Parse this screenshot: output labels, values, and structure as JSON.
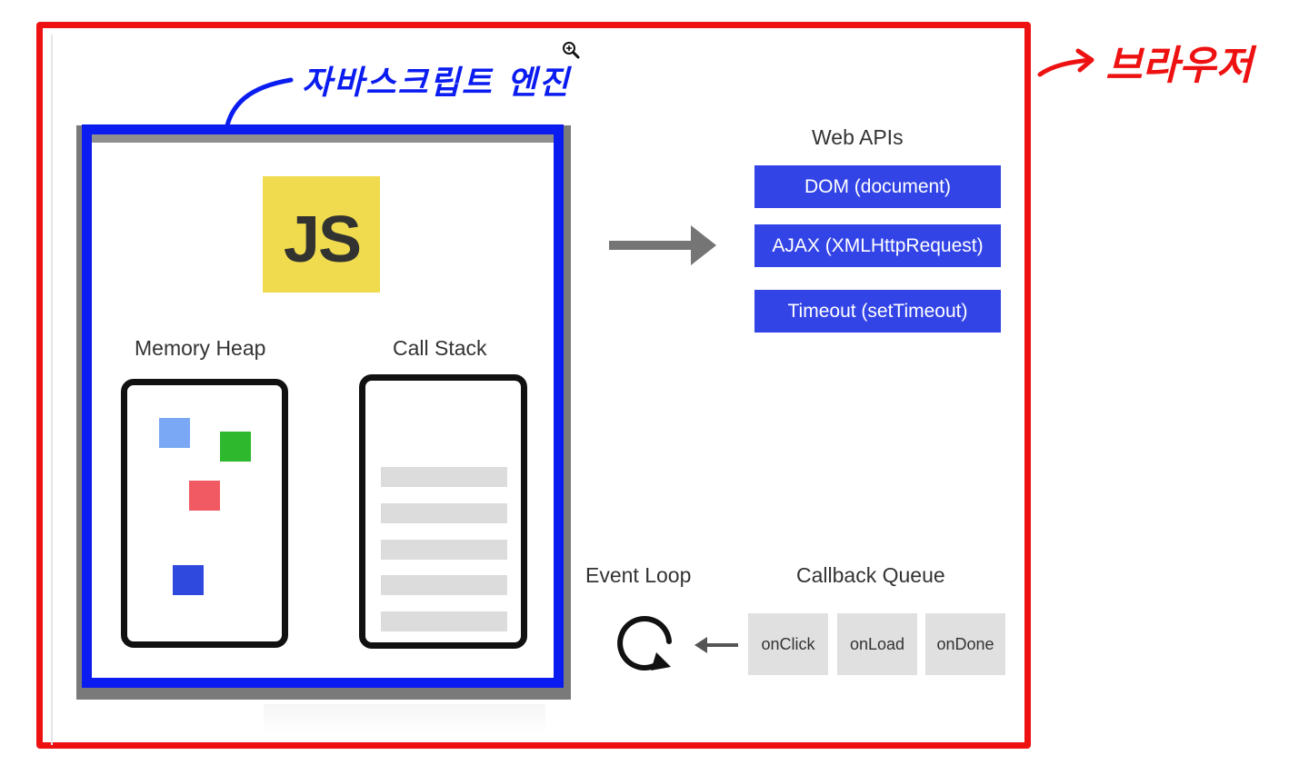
{
  "annotations": {
    "engine_label": "자바스크립트 엔진",
    "browser_label": "브라우저"
  },
  "engine": {
    "logo_text": "JS",
    "memory_heap_label": "Memory Heap",
    "call_stack_label": "Call Stack"
  },
  "web_apis": {
    "title": "Web APIs",
    "items": [
      "DOM (document)",
      "AJAX (XMLHttpRequest)",
      "Timeout (setTimeout)"
    ]
  },
  "event_loop": {
    "label": "Event Loop"
  },
  "callback_queue": {
    "title": "Callback Queue",
    "items": [
      "onClick",
      "onLoad",
      "onDone"
    ]
  },
  "colors": {
    "browser_frame": "#ee1111",
    "engine_frame": "#0b1cf0",
    "api_button": "#3344e6",
    "js_logo": "#f0db4f",
    "heap_blocks": [
      "#7aa8f5",
      "#2db82d",
      "#f25a63",
      "#2f48dd"
    ]
  },
  "icons": [
    "zoom-in-icon",
    "arrow-right-icon",
    "arrow-left-icon",
    "refresh-loop-icon"
  ]
}
